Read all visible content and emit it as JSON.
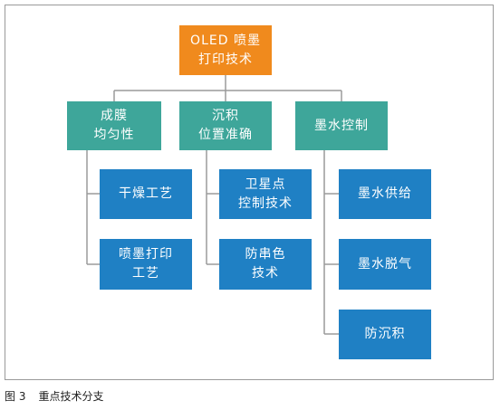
{
  "root": {
    "label": "OLED 喷墨\n打印技术",
    "color": "#f08a1d"
  },
  "categories": [
    {
      "label": "成膜\n均匀性",
      "color": "#3ea69a",
      "children": [
        "干燥工艺",
        "喷墨打印\n工艺"
      ]
    },
    {
      "label": "沉积\n位置准确",
      "color": "#3ea69a",
      "children": [
        "卫星点\n控制技术",
        "防串色\n技术"
      ]
    },
    {
      "label": "墨水控制",
      "color": "#3ea69a",
      "children": [
        "墨水供给",
        "墨水脱气",
        "防沉积"
      ]
    }
  ],
  "leaf_color": "#1f80c4",
  "caption": {
    "number": "图 3",
    "text": "重点技术分支"
  }
}
